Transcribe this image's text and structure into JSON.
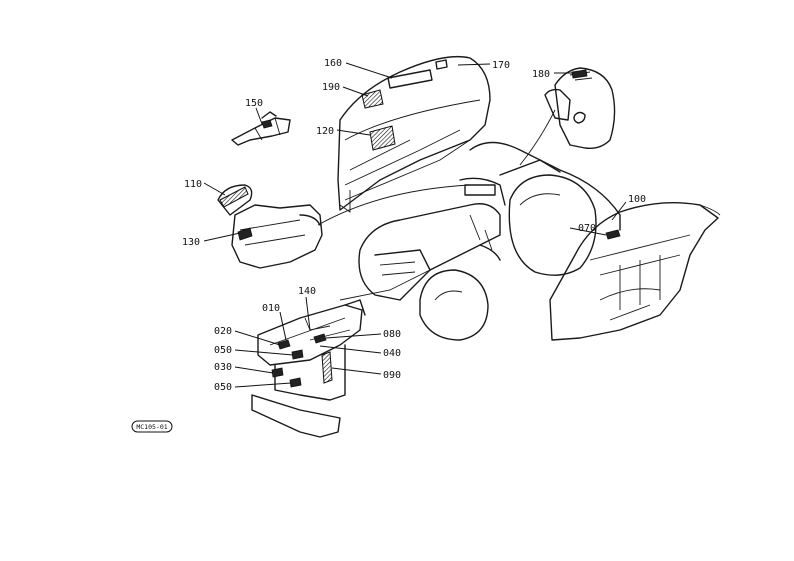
{
  "diagram_code": "MC105-01",
  "callouts": {
    "c010": "010",
    "c020": "020",
    "c030": "030",
    "c040": "040",
    "c050a": "050",
    "c050b": "050",
    "c070": "070",
    "c080": "080",
    "c090": "090",
    "c100": "100",
    "c110": "110",
    "c120": "120",
    "c130": "130",
    "c140": "140",
    "c150": "150",
    "c160": "160",
    "c170": "170",
    "c180": "180",
    "c190": "190"
  }
}
